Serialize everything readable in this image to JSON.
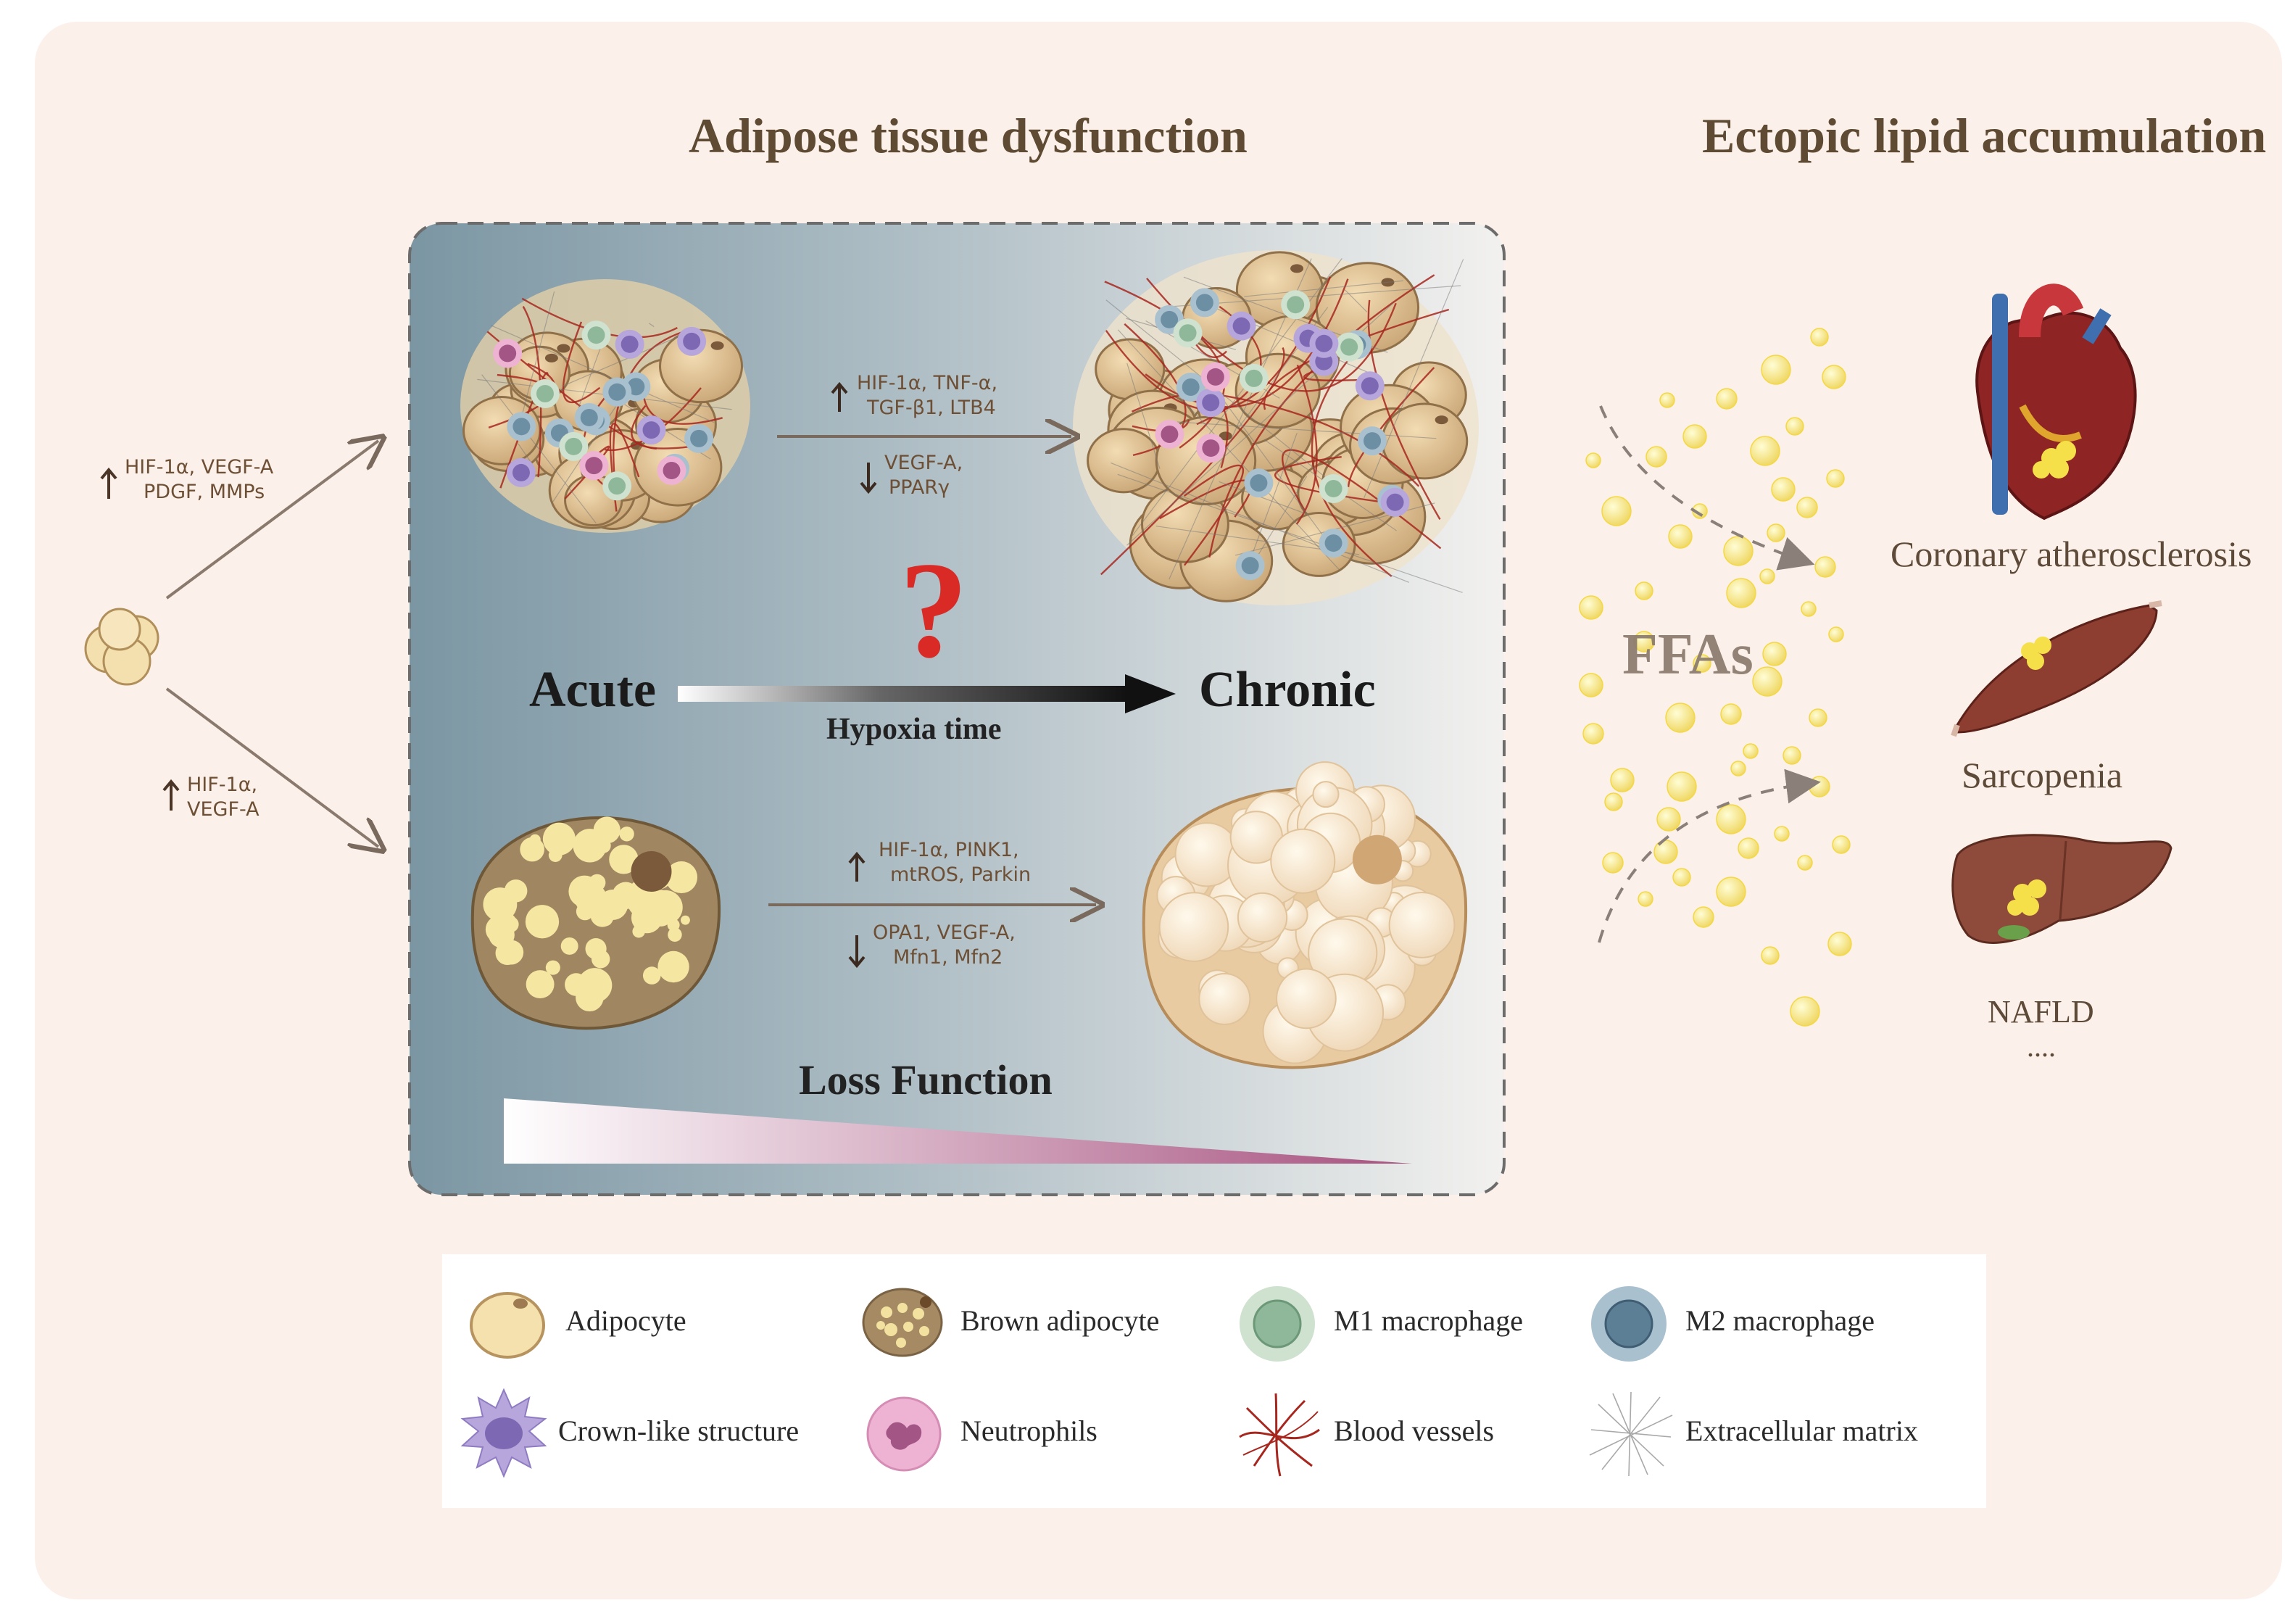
{
  "titles": {
    "adipose": "Adipose tissue dysfunction",
    "ectopic": "Ectopic lipid accumulation"
  },
  "left_upper_markers": {
    "line1": "HIF-1α, VEGF-A",
    "line2": "PDGF, MMPs",
    "direction": "up"
  },
  "left_lower_markers": {
    "line1": "HIF-1α,",
    "line2": "VEGF-A",
    "direction": "up"
  },
  "white_path": {
    "up_line1": "HIF-1α, TNF-α,",
    "up_line2": "TGF-β1, LTB4",
    "down_line1": "VEGF-A,",
    "down_line2": "PPARγ"
  },
  "brown_path": {
    "up_line1": "HIF-1α, PINK1,",
    "up_line2": "mtROS, Parkin",
    "down_line1": "OPA1, VEGF-A,",
    "down_line2": "Mfn1, Mfn2"
  },
  "timeline": {
    "acute": "Acute",
    "chronic": "Chronic",
    "hypoxia": "Hypoxia time",
    "question": "?",
    "loss": "Loss Function"
  },
  "ffas": "FFAs",
  "organs": [
    {
      "label": "Coronary atherosclerosis",
      "icon": "heart-icon"
    },
    {
      "label": "Sarcopenia",
      "icon": "muscle-icon"
    },
    {
      "label": "NAFLD",
      "icon": "liver-icon"
    }
  ],
  "organs_more": "....",
  "legend": [
    {
      "label": "Adipocyte",
      "icon": "adipocyte-icon"
    },
    {
      "label": "Brown adipocyte",
      "icon": "brown-adipocyte-icon"
    },
    {
      "label": "M1 macrophage",
      "icon": "m1-macrophage-icon"
    },
    {
      "label": "M2 macrophage",
      "icon": "m2-macrophage-icon"
    },
    {
      "label": "Crown-like structure",
      "icon": "crown-like-structure-icon"
    },
    {
      "label": "Neutrophils",
      "icon": "neutrophil-icon"
    },
    {
      "label": "Blood vessels",
      "icon": "blood-vessels-icon"
    },
    {
      "label": "Extracellular matrix",
      "icon": "extracellular-matrix-icon"
    }
  ],
  "colors": {
    "adipocyte": "#dcc197",
    "brown": "#a08762",
    "m1": "#8fb89a",
    "m2": "#6d8fa4",
    "crown": "#9a86c6",
    "neutrophil": "#e39fc4",
    "vessel": "#a7271f",
    "ffa": "#f3e24a"
  }
}
